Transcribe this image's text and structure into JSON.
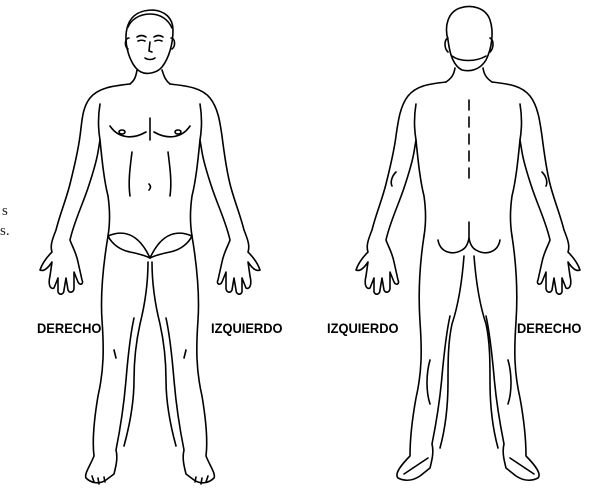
{
  "labels": {
    "front_left": "DERECHO",
    "front_right": "IZQUIERDO",
    "back_left": "IZQUIERDO",
    "back_right": "DERECHO"
  },
  "margin_text": {
    "line1": "s",
    "line2": "s."
  },
  "figures": {
    "front": "front-body-outline",
    "back": "back-body-outline"
  }
}
